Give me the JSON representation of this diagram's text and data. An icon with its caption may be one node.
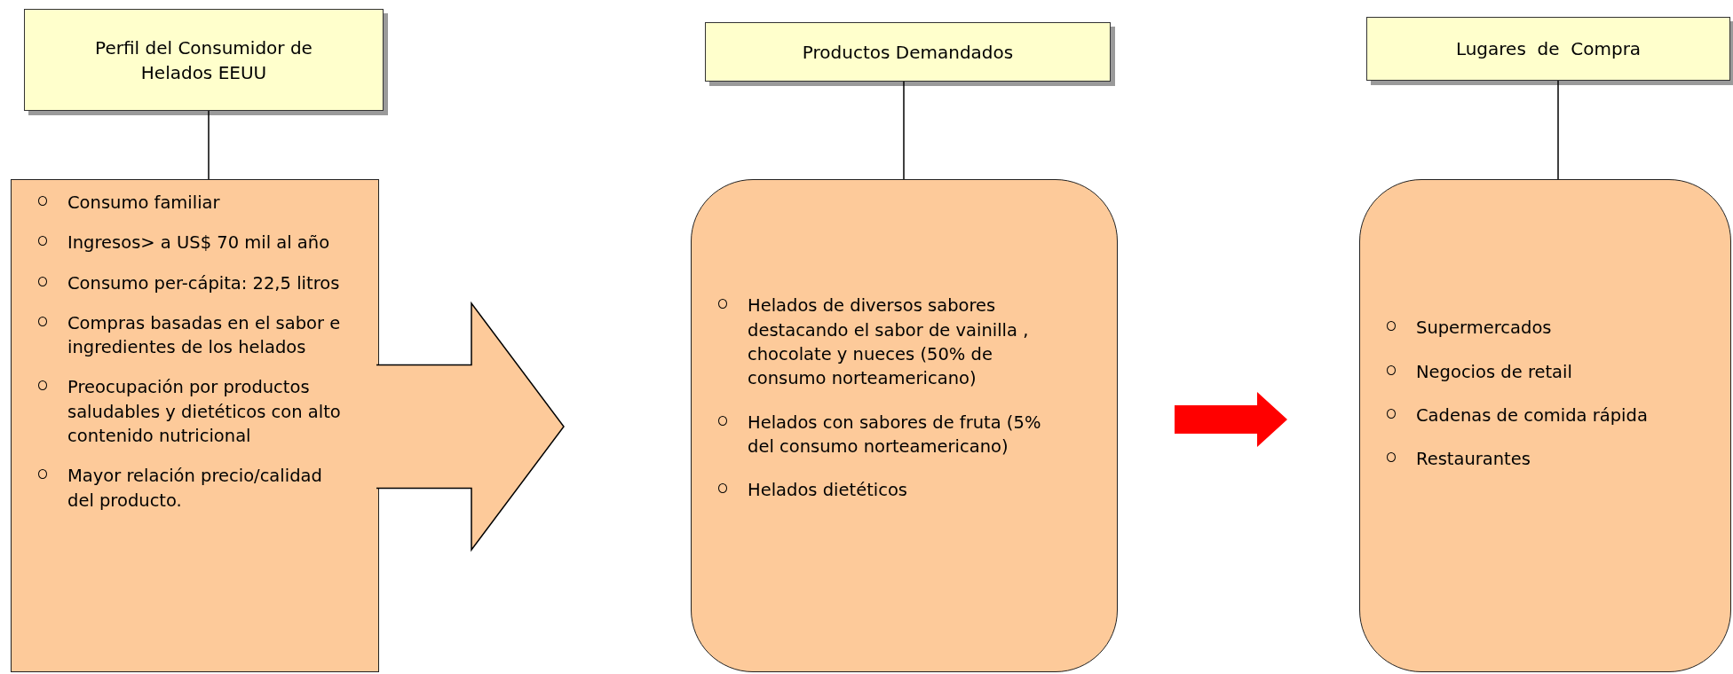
{
  "diagram": {
    "nodes": [
      {
        "text": [
          "Perfil del Consumidor de Helados EEUU"
        ]
      },
      {
        "text": [
          "Consumo familiar",
          "Ingresos> a US$ 70 mil al año",
          "Consumo per-cápita: 22,5 litros",
          "Compras basadas en el sabor e ingredientes de los helados",
          "Preocupación por productos saludables y dietéticos con alto contenido nutricional",
          "Mayor relación precio/calidad del producto."
        ]
      },
      {
        "text": [
          "Productos Demandados"
        ]
      },
      {
        "text": [
          "Helados de diversos sabores destacando el sabor de vainilla , chocolate y nueces (50% de consumo norteamericano)",
          "Helados con sabores de fruta (5% del consumo norteamericano)",
          "Helados dietéticos"
        ]
      },
      {
        "text": [
          "Lugares  de  Compra"
        ]
      },
      {
        "text": [
          "Supermercados",
          "Negocios de retail",
          "Cadenas de comida rápida",
          "Restaurantes"
        ]
      }
    ],
    "edges": [
      {
        "from": 0,
        "to": 1,
        "arrow": "none"
      },
      {
        "from": 2,
        "to": 3,
        "arrow": "none"
      },
      {
        "from": 4,
        "to": 5,
        "arrow": "none"
      },
      {
        "from": 1,
        "to": 3,
        "arrow": "to",
        "style": "thick",
        "color": "#fdca9a"
      },
      {
        "from": 3,
        "to": 5,
        "arrow": "to",
        "style": "thick",
        "color": "#ff0000"
      }
    ]
  }
}
